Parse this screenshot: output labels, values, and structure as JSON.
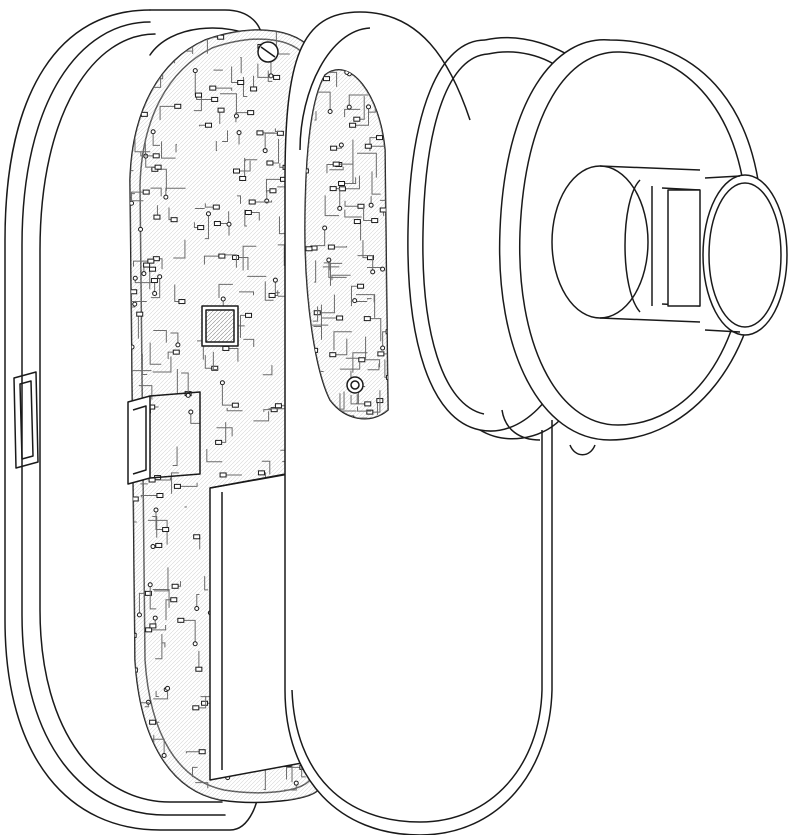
{
  "figure": {
    "style": "line-art",
    "background": "#ffffff",
    "line_color": "#1a1a1a",
    "trace_color": "#6b6b6b",
    "components": [
      {
        "id": "rear-housing",
        "icon": "oval-shell"
      },
      {
        "id": "usb-port",
        "icon": "side-port"
      },
      {
        "id": "main-pcb",
        "icon": "circuit-board"
      },
      {
        "id": "microcontroller-chip",
        "icon": "qfn-chip"
      },
      {
        "id": "sd-card-slot",
        "icon": "card-slot"
      },
      {
        "id": "battery-pack",
        "icon": "battery-block"
      },
      {
        "id": "mounting-screw",
        "icon": "screw-head"
      },
      {
        "id": "front-cover",
        "icon": "oval-lid"
      },
      {
        "id": "secondary-pcb",
        "icon": "circuit-board"
      },
      {
        "id": "gasket-ring",
        "icon": "ring"
      },
      {
        "id": "rotary-knob",
        "icon": "dial-knob"
      },
      {
        "id": "knob-shaft",
        "icon": "shaft"
      },
      {
        "id": "knob-cap",
        "icon": "cap-disc"
      }
    ]
  }
}
